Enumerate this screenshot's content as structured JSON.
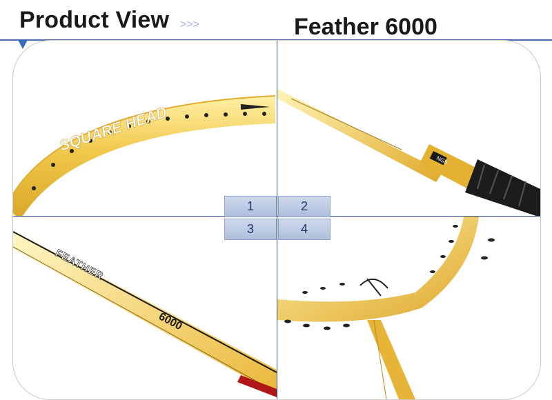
{
  "header": {
    "left_title": "Product View",
    "left_arrows": ">>>",
    "right_title": "Feather 6000"
  },
  "panels": [
    {
      "label": "1",
      "description_text": "SQUARE HEAD"
    },
    {
      "label": "2",
      "badge": "NG5"
    },
    {
      "label": "3",
      "model_text": "FEATHER",
      "model_number": "6000"
    },
    {
      "label": "4"
    }
  ],
  "colors": {
    "frame_gold": "#f1c84a",
    "frame_highlight": "#fff1a8",
    "divider_blue": "#2c4f8a",
    "cell_fill": "#bccbe6"
  }
}
